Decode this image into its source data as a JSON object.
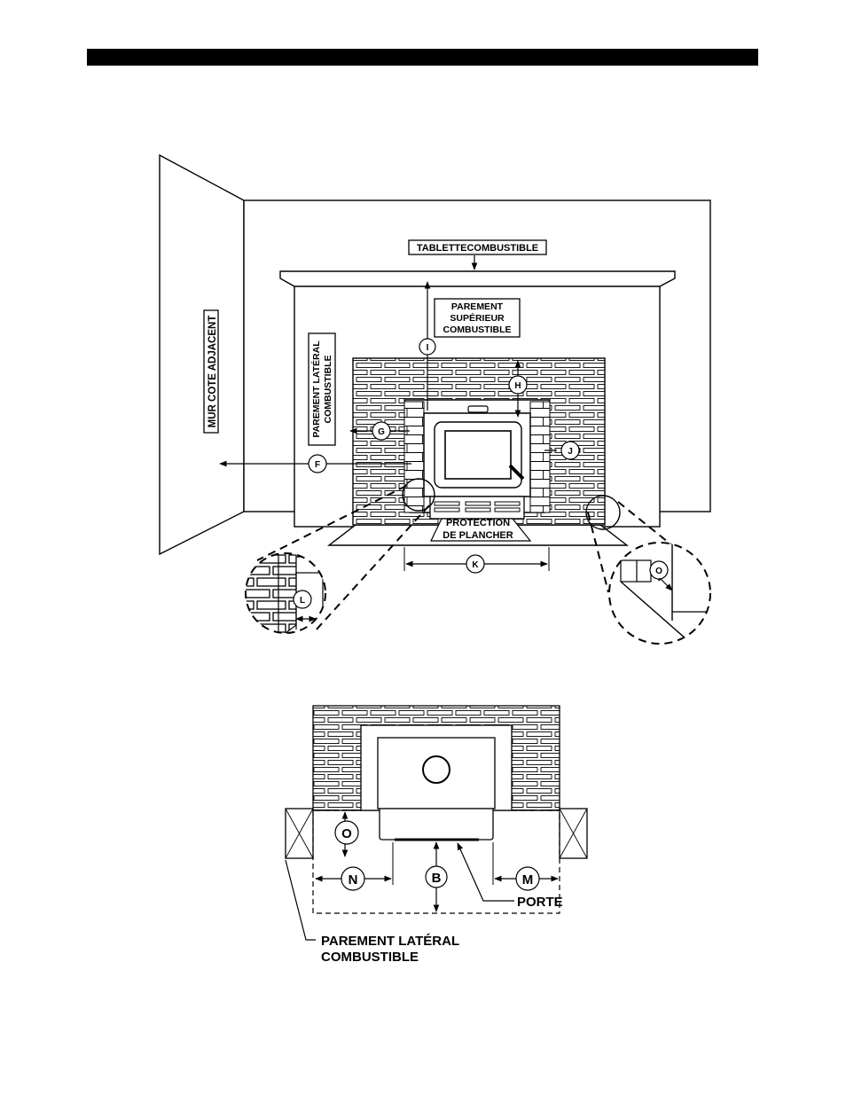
{
  "colors": {
    "ink": "#000000",
    "paper": "#ffffff"
  },
  "top_diagram": {
    "wall_label": "MUR COTE ADJACENT",
    "mantel_label": "TABLETTECOMBUSTIBLE",
    "upper_facing": [
      "PAREMENT",
      "SUPÉRIEUR",
      "COMBUSTIBLE"
    ],
    "side_facing": [
      "PAREMENT LATÉRAL",
      "COMBUSTIBLE"
    ],
    "floor_protection": [
      "PROTECTION",
      "DE PLANCHER"
    ],
    "markers": {
      "F": "F",
      "G": "G",
      "H": "H",
      "I": "I",
      "J": "J",
      "K": "K",
      "L": "L",
      "O": "O"
    }
  },
  "bottom_diagram": {
    "markers": {
      "O": "O",
      "N": "N",
      "B": "B",
      "M": "M"
    },
    "door_label": "PORTE",
    "side_facing": [
      "PAREMENT LATÉRAL",
      "COMBUSTIBLE"
    ]
  }
}
